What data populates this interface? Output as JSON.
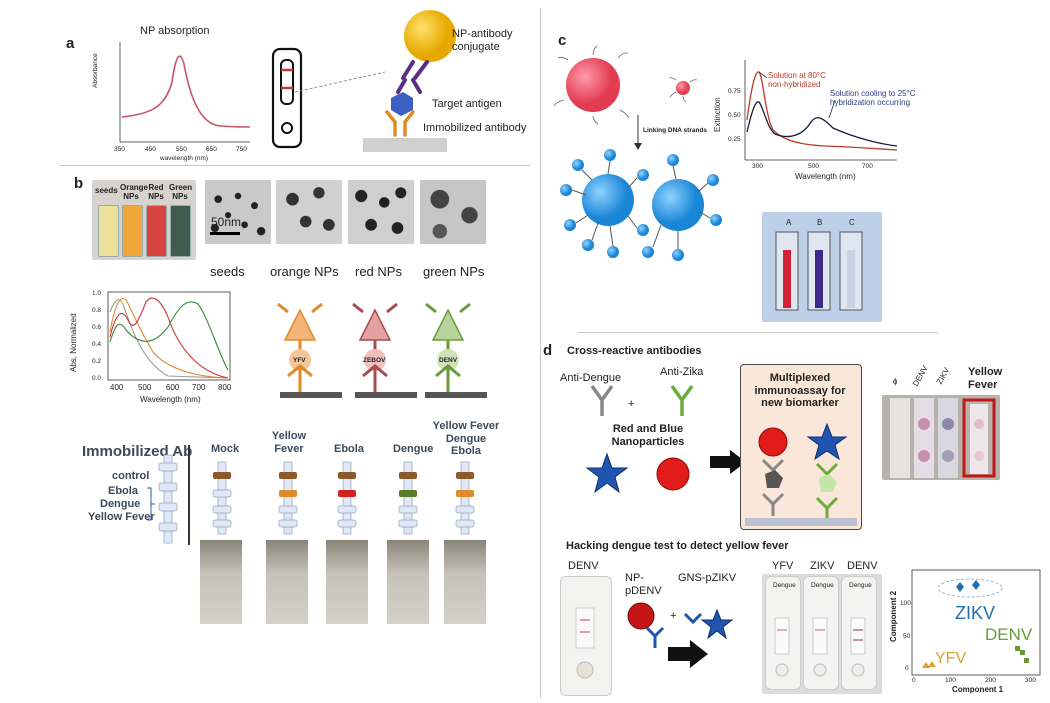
{
  "panel_labels": {
    "a": "a",
    "b": "b",
    "c": "c",
    "d": "d"
  },
  "panel_a": {
    "chart_title": "NP absorption",
    "y_label": "Absorbance",
    "x_label": "wavelength (nm)",
    "x_ticks": [
      "350",
      "450",
      "550",
      "650",
      "750"
    ],
    "conjugate_label": "NP-antibody conjugate",
    "antigen_label": "Target antigen",
    "immobilized_label": "Immobilized antibody"
  },
  "panel_b": {
    "vials": [
      "seeds",
      "Orange NPs",
      "Red NPs",
      "Green NPs"
    ],
    "scale_bar": "50nm",
    "tem_captions": [
      "seeds",
      "orange NPs",
      "red NPs",
      "green NPs"
    ],
    "y_label": "Abs, Normalized",
    "x_label": "Wavelength (nm)",
    "x_ticks": [
      "400",
      "500",
      "600",
      "700",
      "800"
    ],
    "y_ticks": [
      "0.0",
      "0.2",
      "0.4",
      "0.6",
      "0.8",
      "1.0"
    ],
    "antibodies": [
      "YFV",
      "ZEBOV",
      "DENV"
    ],
    "immobilized_title": "Immobilized Ab",
    "control_label": "control",
    "lines_label": [
      "Ebola",
      "Dengue",
      "Yellow Fever"
    ],
    "strip_headers": [
      "Mock",
      "Yellow Fever",
      "Ebola",
      "Dengue",
      "Yellow Fever Dengue Ebola"
    ]
  },
  "panel_c": {
    "linking_label": "Linking DNA strands",
    "y_label": "Extinction",
    "x_label": "Wavelength (nm)",
    "x_ticks": [
      "300",
      "500",
      "700"
    ],
    "y_ticks": [
      "0.25",
      "0.50",
      "0.75"
    ],
    "annot_1": "Solution at 80°C non-hybridized",
    "annot_2": "Solution cooling to 25°C hybridization occurring",
    "cuvettes": [
      "A",
      "B",
      "C"
    ]
  },
  "panel_d": {
    "cross_title": "Cross-reactive antibodies",
    "anti_dengue": "Anti-Dengue",
    "anti_zika": "Anti-Zika",
    "plus": "+",
    "np_title": "Red and Blue Nanoparticles",
    "box_title": "Multiplexed immunoassay for new biomarker",
    "strip_labels": [
      "ɸ",
      "DENV",
      "ZIKV",
      "Yellow Fever"
    ],
    "hack_title": "Hacking dengue test to detect yellow fever",
    "denv_cassette": "DENV",
    "np_pdenv": "NP-pDENV",
    "gns_pzikv": "GNS-pZIKV",
    "cassettes": [
      "YFV",
      "ZIKV",
      "DENV"
    ],
    "cassette_brand": "Dengue",
    "scatter_ylabel": "Component 2",
    "scatter_xlabel": "Component 1",
    "scatter_xticks": [
      "0",
      "100",
      "200",
      "300"
    ],
    "scatter_yticks": [
      "0",
      "50",
      "100"
    ],
    "cluster_labels": [
      "ZIKV",
      "DENV",
      "YFV"
    ]
  },
  "colors": {
    "orange": "#e08a2a",
    "red": "#c0392b",
    "green": "#6a9a3a",
    "blue": "#1f6fb5",
    "brown": "#8b5a2b"
  }
}
